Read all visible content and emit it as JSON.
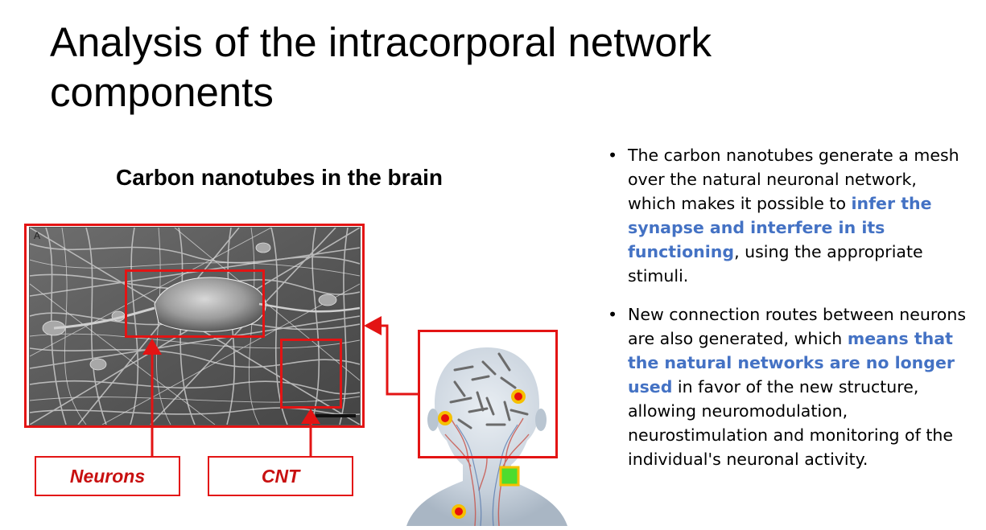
{
  "title": "Analysis of the intracorporal network components",
  "subtitle": "Carbon nanotubes in the brain",
  "image": {
    "panel_letter": "A",
    "labels": {
      "neurons": "Neurons",
      "cnt": "CNT"
    }
  },
  "bullets": [
    {
      "before": "The carbon nanotubes generate a mesh over the natural neuronal network, which makes it possible to ",
      "highlight": "infer the synapse and interfere in its functioning",
      "after": ", using the appropriate stimuli."
    },
    {
      "before": "New connection routes between neurons are also generated, which ",
      "highlight": "means that the natural networks are no longer used",
      "after": " in favor of the new structure, allowing neuromodulation, neurostimulation and monitoring of the individual's neuronal activity."
    }
  ],
  "colors": {
    "annotation_red": "#e31414",
    "label_text_red": "#c81010",
    "highlight_blue": "#4472c4",
    "sensor_dot": "#e8100c",
    "sensor_ring": "#f5c000",
    "chip_green": "#4ddc2e"
  }
}
